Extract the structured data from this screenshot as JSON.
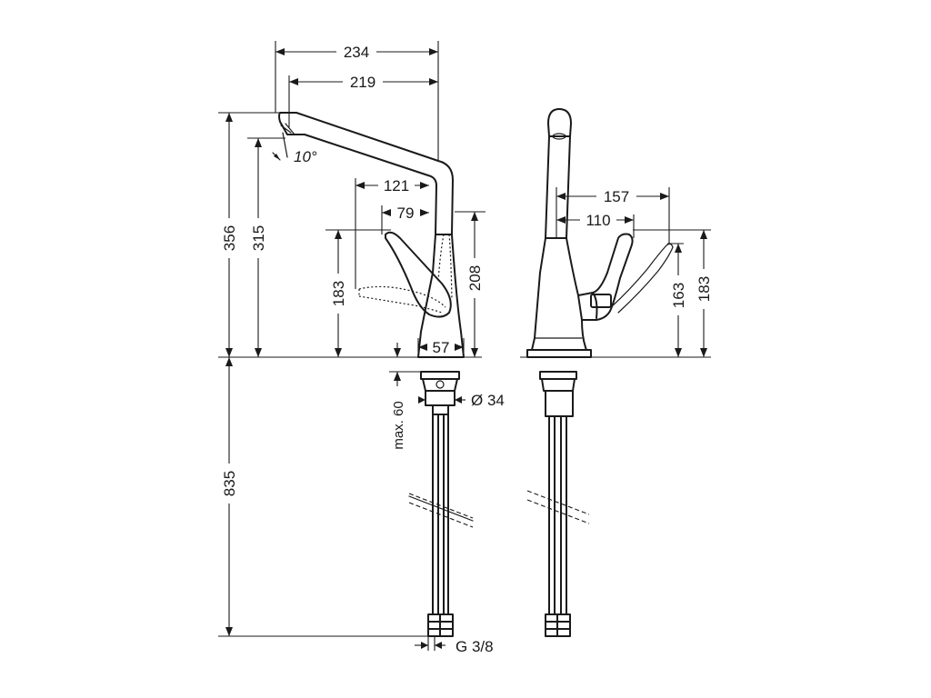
{
  "dimensions": {
    "overall_reach": "234",
    "spout_reach": "219",
    "lever_reach_front": "121",
    "lever_offset_front": "79",
    "total_height": "356",
    "outlet_height": "315",
    "lever_height_front": "183",
    "body_height": "208",
    "base_diameter": "57",
    "spout_angle": "10°",
    "max_counter_thickness": "max. 60",
    "hole_diameter": "Ø 34",
    "hose_length": "835",
    "thread": "G 3/8",
    "lever_reach_side": "157",
    "lever_offset_side": "110",
    "lever_height_side_inner": "163",
    "lever_height_side_outer": "183"
  }
}
